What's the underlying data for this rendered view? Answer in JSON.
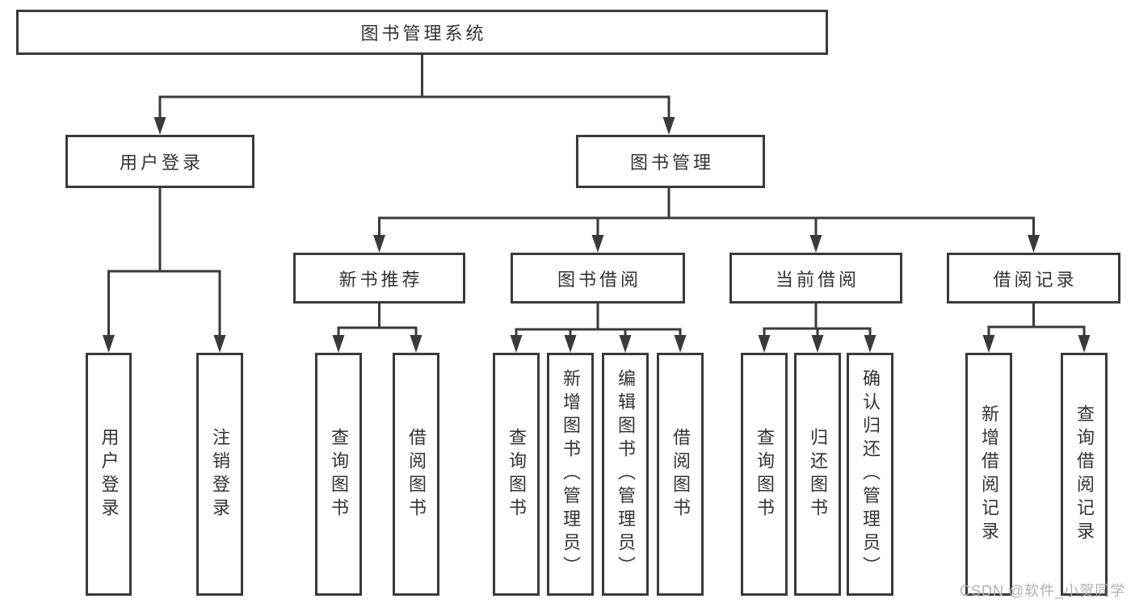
{
  "watermark": "CSDN @软件_小贺同学",
  "colors": {
    "line": "#3a3a3a",
    "box_border": "#3a3a3a",
    "text": "#333333",
    "watermark": "#b0b0b0",
    "background": "#ffffff"
  },
  "tree": {
    "label": "图书管理系统",
    "children": [
      {
        "label": "用户登录",
        "children": [
          {
            "label": "用户登录"
          },
          {
            "label": "注销登录"
          }
        ]
      },
      {
        "label": "图书管理",
        "children": [
          {
            "label": "新书推荐",
            "children": [
              {
                "label": "查询图书"
              },
              {
                "label": "借阅图书"
              }
            ]
          },
          {
            "label": "图书借阅",
            "children": [
              {
                "label": "查询图书"
              },
              {
                "label": "新增图书（管理员）"
              },
              {
                "label": "编辑图书（管理员）"
              },
              {
                "label": "借阅图书"
              }
            ]
          },
          {
            "label": "当前借阅",
            "children": [
              {
                "label": "查询图书"
              },
              {
                "label": "归还图书"
              },
              {
                "label": "确认归还（管理员）"
              }
            ]
          },
          {
            "label": "借阅记录",
            "children": [
              {
                "label": "新增借阅记录"
              },
              {
                "label": "查询借阅记录"
              }
            ]
          }
        ]
      }
    ]
  }
}
